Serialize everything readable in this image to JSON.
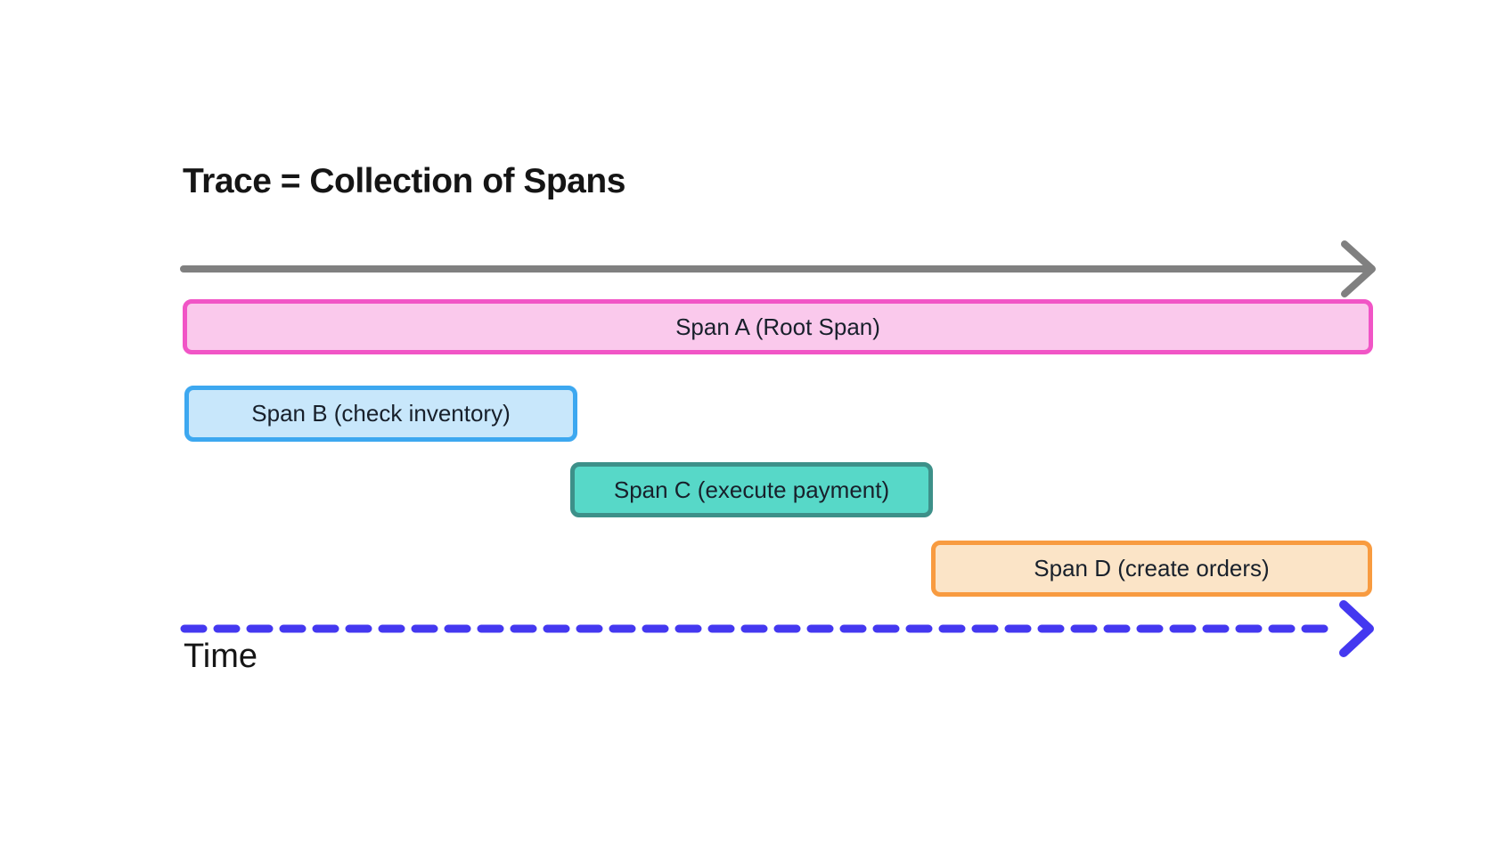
{
  "title": "Trace = Collection of Spans",
  "time_label": "Time",
  "timeline_arrow": {
    "color": "#808080"
  },
  "time_arrow": {
    "color": "#4438F0"
  },
  "spans": [
    {
      "id": "A",
      "label": "Span A (Root Span)",
      "fill": "#FAC9EC",
      "border": "#F155C6"
    },
    {
      "id": "B",
      "label": "Span B (check inventory)",
      "fill": "#C8E7FB",
      "border": "#3DA8F0"
    },
    {
      "id": "C",
      "label": "Span C (execute payment)",
      "fill": "#57D8C8",
      "border": "#3D9089"
    },
    {
      "id": "D",
      "label": "Span D (create orders)",
      "fill": "#FBE4C7",
      "border": "#F89B40"
    }
  ]
}
